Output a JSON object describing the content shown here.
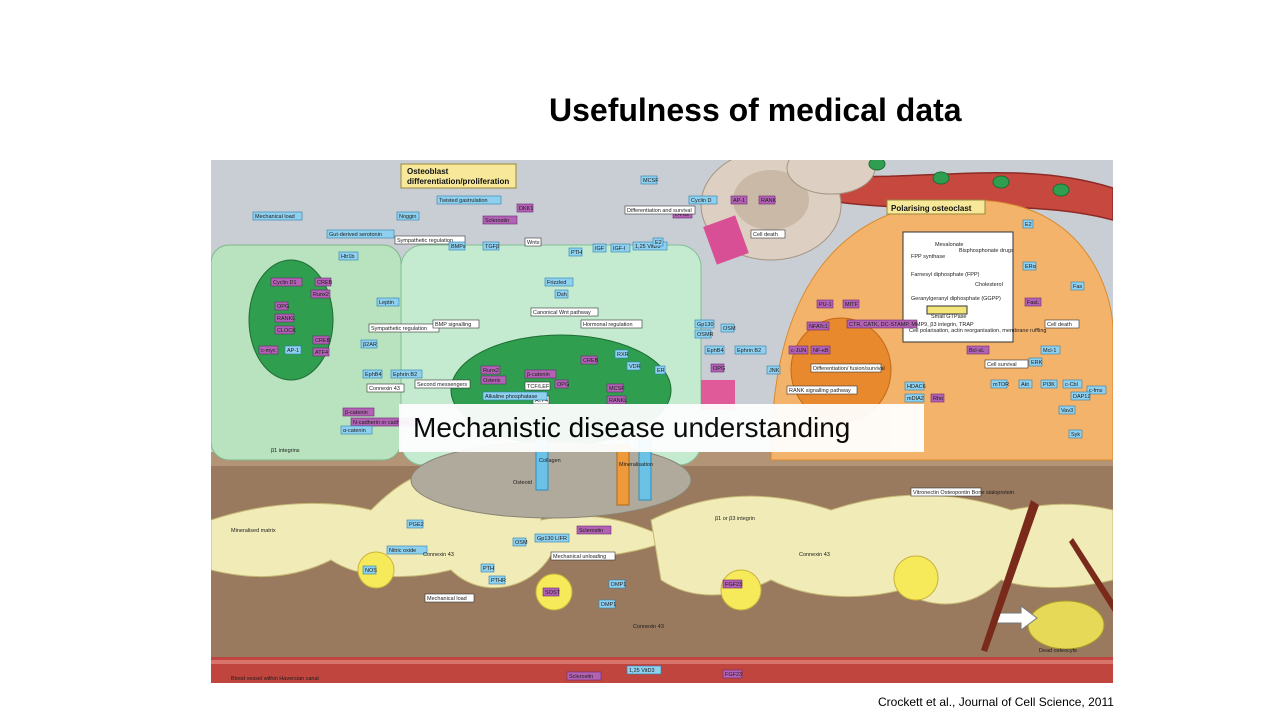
{
  "slide": {
    "title": "Usefulness of medical data",
    "overlay_label": "Mechanistic disease understanding",
    "citation": "Crockett et al., Journal of Cell Science, 2011"
  },
  "figure": {
    "panels": {
      "osteoblast": "Osteoblast differentiation/proliferation",
      "osteoclast": "Polarising osteoclast"
    },
    "labels": [
      {
        "id": "mech-load-top",
        "text": "Mechanical load"
      },
      {
        "id": "gut-serotonin",
        "text": "Gut-derived serotonin"
      },
      {
        "id": "htr1b",
        "text": "Htr1b"
      },
      {
        "id": "noggin",
        "text": "Noggin"
      },
      {
        "id": "twisted-gastrulation",
        "text": "Twisted gastrulation"
      },
      {
        "id": "sclerostin-top",
        "text": "Sclerostin"
      },
      {
        "id": "dkk1",
        "text": "DKK1"
      },
      {
        "id": "sympathetic-regulation",
        "text": "Sympathetic regulation"
      },
      {
        "id": "bmps",
        "text": "BMPs"
      },
      {
        "id": "tgfb",
        "text": "TGFβ"
      },
      {
        "id": "wnts",
        "text": "Wnts"
      },
      {
        "id": "pth",
        "text": "PTH"
      },
      {
        "id": "igf",
        "text": "IGF"
      },
      {
        "id": "igf-i",
        "text": "IGF-I"
      },
      {
        "id": "vitd",
        "text": "1,25 VitD3"
      },
      {
        "id": "e2",
        "text": "E2"
      },
      {
        "id": "mcsf",
        "text": "MCSF"
      },
      {
        "id": "cyclin-d",
        "text": "Cyclin D"
      },
      {
        "id": "c-fos",
        "text": "c-Fos"
      },
      {
        "id": "ap1-top",
        "text": "AP-1"
      },
      {
        "id": "rank-top",
        "text": "RANK"
      },
      {
        "id": "diff-survival",
        "text": "Differentiation and survival"
      },
      {
        "id": "cell-death-top",
        "text": "Cell death"
      },
      {
        "id": "cyclin-d1",
        "text": "Cyclin D1"
      },
      {
        "id": "creb-left",
        "text": "CREB"
      },
      {
        "id": "runx2-left",
        "text": "Runx2"
      },
      {
        "id": "opg-left",
        "text": "OPG"
      },
      {
        "id": "rankl-left",
        "text": "RANKL"
      },
      {
        "id": "clock",
        "text": "CLOCK"
      },
      {
        "id": "c-myc",
        "text": "c-myc"
      },
      {
        "id": "ap1-left",
        "text": "AP-1"
      },
      {
        "id": "creb-left2",
        "text": "CREB"
      },
      {
        "id": "atf4-left",
        "text": "ATF4"
      },
      {
        "id": "b2ar",
        "text": "β2AR"
      },
      {
        "id": "leptin",
        "text": "Leptin"
      },
      {
        "id": "sympathetic-regulation-2",
        "text": "Sympathetic regulation"
      },
      {
        "id": "bmp-signalling",
        "text": "BMP signalling"
      },
      {
        "id": "canonical-wnt",
        "text": "Canonical Wnt pathway"
      },
      {
        "id": "hormonal-regulation",
        "text": "Hormonal regulation"
      },
      {
        "id": "frizzled",
        "text": "Frizzled"
      },
      {
        "id": "dsh",
        "text": "Dsh"
      },
      {
        "id": "ephb4-left",
        "text": "EphB4"
      },
      {
        "id": "ephrin-b2-left",
        "text": "Ephrin B2"
      },
      {
        "id": "connexin43-top",
        "text": "Connexin 43"
      },
      {
        "id": "second-messengers",
        "text": "Second messengers"
      },
      {
        "id": "b-catenin-left",
        "text": "β-catenin"
      },
      {
        "id": "n-cadherin",
        "text": "N-cadherin or cadherin"
      },
      {
        "id": "a-catenin",
        "text": "α-catenin"
      },
      {
        "id": "runx2-mid",
        "text": "Runx2"
      },
      {
        "id": "osterix",
        "text": "Osterix"
      },
      {
        "id": "b-catenin-mid",
        "text": "β-catenin"
      },
      {
        "id": "tcf-lef",
        "text": "TCF/LEF"
      },
      {
        "id": "opg-mid",
        "text": "OPG"
      },
      {
        "id": "creb-mid",
        "text": "CREB"
      },
      {
        "id": "atf4-mid",
        "text": "ATF4"
      },
      {
        "id": "mcsf-mid",
        "text": "MCSF"
      },
      {
        "id": "rankl-mid",
        "text": "RANKL"
      },
      {
        "id": "alkaline",
        "text": "Alkaline phosphatase"
      },
      {
        "id": "rxr",
        "text": "RXR"
      },
      {
        "id": "vdr",
        "text": "VDR"
      },
      {
        "id": "er",
        "text": "ER"
      },
      {
        "id": "gp130",
        "text": "Gp130"
      },
      {
        "id": "osmr",
        "text": "OSMR"
      },
      {
        "id": "osm-top",
        "text": "OSM"
      },
      {
        "id": "ephb4-right",
        "text": "EphB4"
      },
      {
        "id": "ephrin-b2-right",
        "text": "Ephrin B2"
      },
      {
        "id": "opg-right",
        "text": "OPG"
      },
      {
        "id": "mevalonate",
        "text": "Mevalonate"
      },
      {
        "id": "fpp-synthase",
        "text": "FPP synthase"
      },
      {
        "id": "bisphosphonate",
        "text": "Bisphosphonate drugs"
      },
      {
        "id": "farnesyl",
        "text": "Farnesyl diphosphate (FPP)"
      },
      {
        "id": "cholesterol",
        "text": "Cholesterol"
      },
      {
        "id": "ggpp",
        "text": "Geranylgeranyl diphosphate (GGPP)"
      },
      {
        "id": "small-gtpase",
        "text": "Small GTPase"
      },
      {
        "id": "cell-polarisation",
        "text": "Cell polarisation, actin reorganisation, membrane ruffling"
      },
      {
        "id": "e2-right",
        "text": "E2"
      },
      {
        "id": "era",
        "text": "ERα"
      },
      {
        "id": "fasl",
        "text": "FasL"
      },
      {
        "id": "fas",
        "text": "Fas"
      },
      {
        "id": "cell-death-right",
        "text": "Cell death"
      },
      {
        "id": "pu1",
        "text": "PU-1"
      },
      {
        "id": "mitf",
        "text": "MITF"
      },
      {
        "id": "nfatc1",
        "text": "NFATc1"
      },
      {
        "id": "ctr",
        "text": "CTR, CATK, DC-STAMP, MMP9, β3 integrin, TRAP"
      },
      {
        "id": "c-jun",
        "text": "c-JUN"
      },
      {
        "id": "nfkb",
        "text": "NF-κB"
      },
      {
        "id": "diff-fusion",
        "text": "Differentiation/ fusion/survival"
      },
      {
        "id": "jnk",
        "text": "JNK"
      },
      {
        "id": "rank-signalling",
        "text": "RANK signalling pathway"
      },
      {
        "id": "bcl-xl",
        "text": "Bcl-xL"
      },
      {
        "id": "mcl1",
        "text": "Mcl-1"
      },
      {
        "id": "cell-survival",
        "text": "Cell survival"
      },
      {
        "id": "erk",
        "text": "ERK"
      },
      {
        "id": "mtor",
        "text": "mTOR"
      },
      {
        "id": "akt",
        "text": "Akt"
      },
      {
        "id": "pi3k",
        "text": "PI3K"
      },
      {
        "id": "c-cbl",
        "text": "c-Cbl"
      },
      {
        "id": "c-fms",
        "text": "c-fms"
      },
      {
        "id": "dap12",
        "text": "DAP12"
      },
      {
        "id": "hdac6",
        "text": "HDAC6"
      },
      {
        "id": "mdia2",
        "text": "mDIA2"
      },
      {
        "id": "rho",
        "text": "Rho"
      },
      {
        "id": "vav3",
        "text": "Vav3"
      },
      {
        "id": "syk",
        "text": "Syk"
      },
      {
        "id": "beta1-integrins",
        "text": "β1 integrins"
      },
      {
        "id": "osteoid",
        "text": "Osteoid"
      },
      {
        "id": "collagen",
        "text": "Collagen"
      },
      {
        "id": "mineralisation",
        "text": "Mineralisation"
      },
      {
        "id": "mineralised-matrix",
        "text": "Mineralised matrix"
      },
      {
        "id": "pge2",
        "text": "PGE2"
      },
      {
        "id": "nitric-oxide",
        "text": "Nitric oxide"
      },
      {
        "id": "nos",
        "text": "NOS"
      },
      {
        "id": "connexin43-a",
        "text": "Connexin 43"
      },
      {
        "id": "connexin43-b",
        "text": "Connexin 43"
      },
      {
        "id": "connexin43-c",
        "text": "Connexin 43"
      },
      {
        "id": "osm-bottom",
        "text": "OSM"
      },
      {
        "id": "gp130-lifr",
        "text": "Gp130 LIFR"
      },
      {
        "id": "mechanical-unloading",
        "text": "Mechanical unloading"
      },
      {
        "id": "sclerostin-mid",
        "text": "Sclerostin"
      },
      {
        "id": "pth-bottom",
        "text": "PTH"
      },
      {
        "id": "pthr",
        "text": "PTHR"
      },
      {
        "id": "mechanical-load-bottom",
        "text": "Mechanical load"
      },
      {
        "id": "sost",
        "text": "SOST"
      },
      {
        "id": "dmp1-a",
        "text": "DMP1"
      },
      {
        "id": "dmp1-b",
        "text": "DMP1"
      },
      {
        "id": "fgf23",
        "text": "FGF23"
      },
      {
        "id": "b1-b3-integrin",
        "text": "β1 or β3 integrin"
      },
      {
        "id": "vitronectin",
        "text": "Vitronectin Osteopontin Bone sialoprotein"
      },
      {
        "id": "dead-osteocyte",
        "text": "Dead osteocyte"
      },
      {
        "id": "blood-vessel",
        "text": "Blood vessel within Haversian canal"
      },
      {
        "id": "sclerostin-bottom",
        "text": "Sclerostin"
      },
      {
        "id": "vitd-bottom",
        "text": "1,25 VitD3"
      },
      {
        "id": "fgf23-bottom",
        "text": "FGF23"
      }
    ]
  }
}
